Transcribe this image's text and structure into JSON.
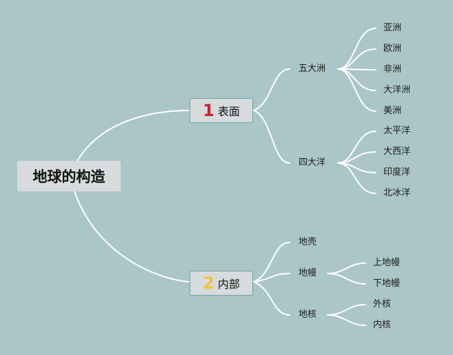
{
  "root": {
    "label": "地球的构造"
  },
  "branches": [
    {
      "number": "1",
      "label": "表面",
      "children": [
        {
          "label": "五大洲",
          "children": [
            "亚洲",
            "欧洲",
            "非洲",
            "大洋洲",
            "美洲"
          ]
        },
        {
          "label": "四大洋",
          "children": [
            "太平洋",
            "大西洋",
            "印度洋",
            "北冰洋"
          ]
        }
      ]
    },
    {
      "number": "2",
      "label": "内部",
      "children": [
        {
          "label": "地壳",
          "children": []
        },
        {
          "label": "地幔",
          "children": [
            "上地幔",
            "下地幔"
          ]
        },
        {
          "label": "地核",
          "children": [
            "外核",
            "内核"
          ]
        }
      ]
    }
  ],
  "colors": {
    "background": "#abc6c8",
    "connector": "#ffffff",
    "number_1": "#cf1f2e",
    "number_2": "#f1c338"
  }
}
